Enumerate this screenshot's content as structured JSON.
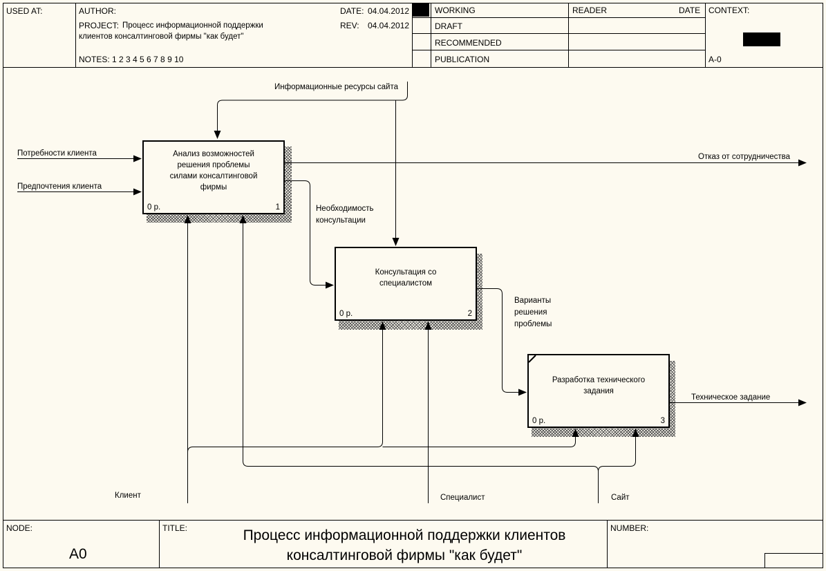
{
  "header": {
    "used_at": "USED AT:",
    "author": "AUTHOR:",
    "project_label": "PROJECT:",
    "project_line1": "Процесс информационной поддержки",
    "project_line2": "клиентов консалтинговой фирмы \"как будет\"",
    "notes": "NOTES:  1  2  3  4  5  6  7  8  9  10",
    "date_label": "DATE:",
    "date_value": "04.04.2012",
    "rev_label": "REV:",
    "rev_value": "04.04.2012",
    "status": [
      "WORKING",
      "DRAFT",
      "RECOMMENDED",
      "PUBLICATION"
    ],
    "reader": "READER",
    "date_col": "DATE",
    "context": "CONTEXT:",
    "context_node": "A-0"
  },
  "boxes": [
    {
      "label": "Анализ возможностей решения проблемы силами консалтинговой фирмы",
      "cost": "0 р.",
      "number": "1"
    },
    {
      "label": "Консультация со специалистом",
      "cost": "0 р.",
      "number": "2"
    },
    {
      "label": "Разработка технического задания",
      "cost": "0 р.",
      "number": "3"
    }
  ],
  "arrows": {
    "info_resources": "Информационные ресурсы сайта",
    "client_needs": "Потребности клиента",
    "client_prefs": "Предпочтения клиента",
    "refusal": "Отказ от сотрудничества",
    "need_consult_1": "Необходимость",
    "need_consult_2": "консультации",
    "variants_1": "Варианты",
    "variants_2": "решения",
    "variants_3": "проблемы",
    "tech_spec": "Техническое задание",
    "client": "Клиент",
    "specialist": "Специалист",
    "site": "Сайт"
  },
  "footer": {
    "node_label": "NODE:",
    "node_value": "A0",
    "title_label": "TITLE:",
    "title": "Процесс информационной поддержки   клиентов консалтинговой фирмы  \"как будет\"",
    "number_label": "NUMBER:"
  }
}
